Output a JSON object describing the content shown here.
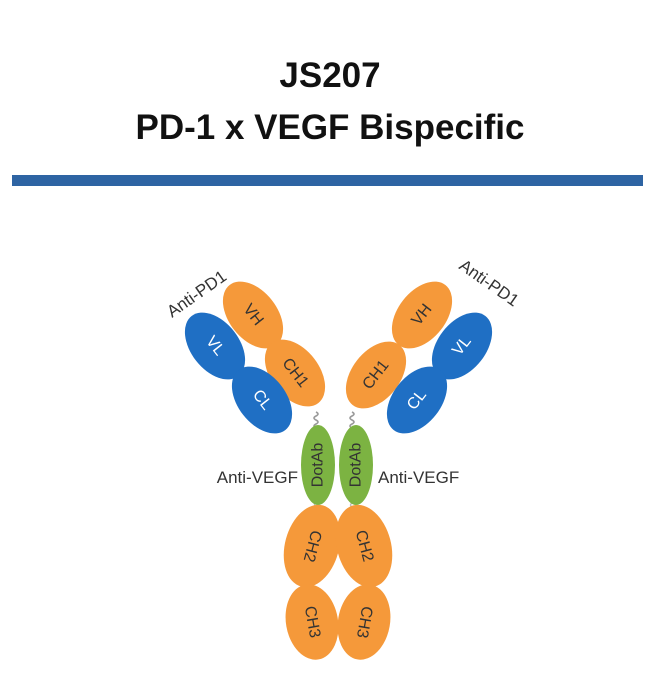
{
  "title": {
    "line1": "JS207",
    "line2": "PD-1 x VEGF Bispecific"
  },
  "labels": {
    "anti_pd1_left": "Anti-PD1",
    "anti_pd1_right": "Anti-PD1",
    "anti_vegf_left": "Anti-VEGF",
    "anti_vegf_right": "Anti-VEGF"
  },
  "domains": {
    "vh_left": "VH",
    "vl_left": "VL",
    "ch1_left": "CH1",
    "cl_left": "CL",
    "vh_right": "VH",
    "vl_right": "VL",
    "ch1_right": "CH1",
    "cl_right": "CL",
    "dotab_left": "DotAb",
    "dotab_right": "DotAb",
    "ch2_left": "CH2",
    "ch2_right": "CH2",
    "ch3_left": "CH3",
    "ch3_right": "CH3"
  },
  "colors": {
    "orange": "#f5993a",
    "blue": "#1f6fc4",
    "green": "#7cb342",
    "divider": "#2e64a3"
  }
}
